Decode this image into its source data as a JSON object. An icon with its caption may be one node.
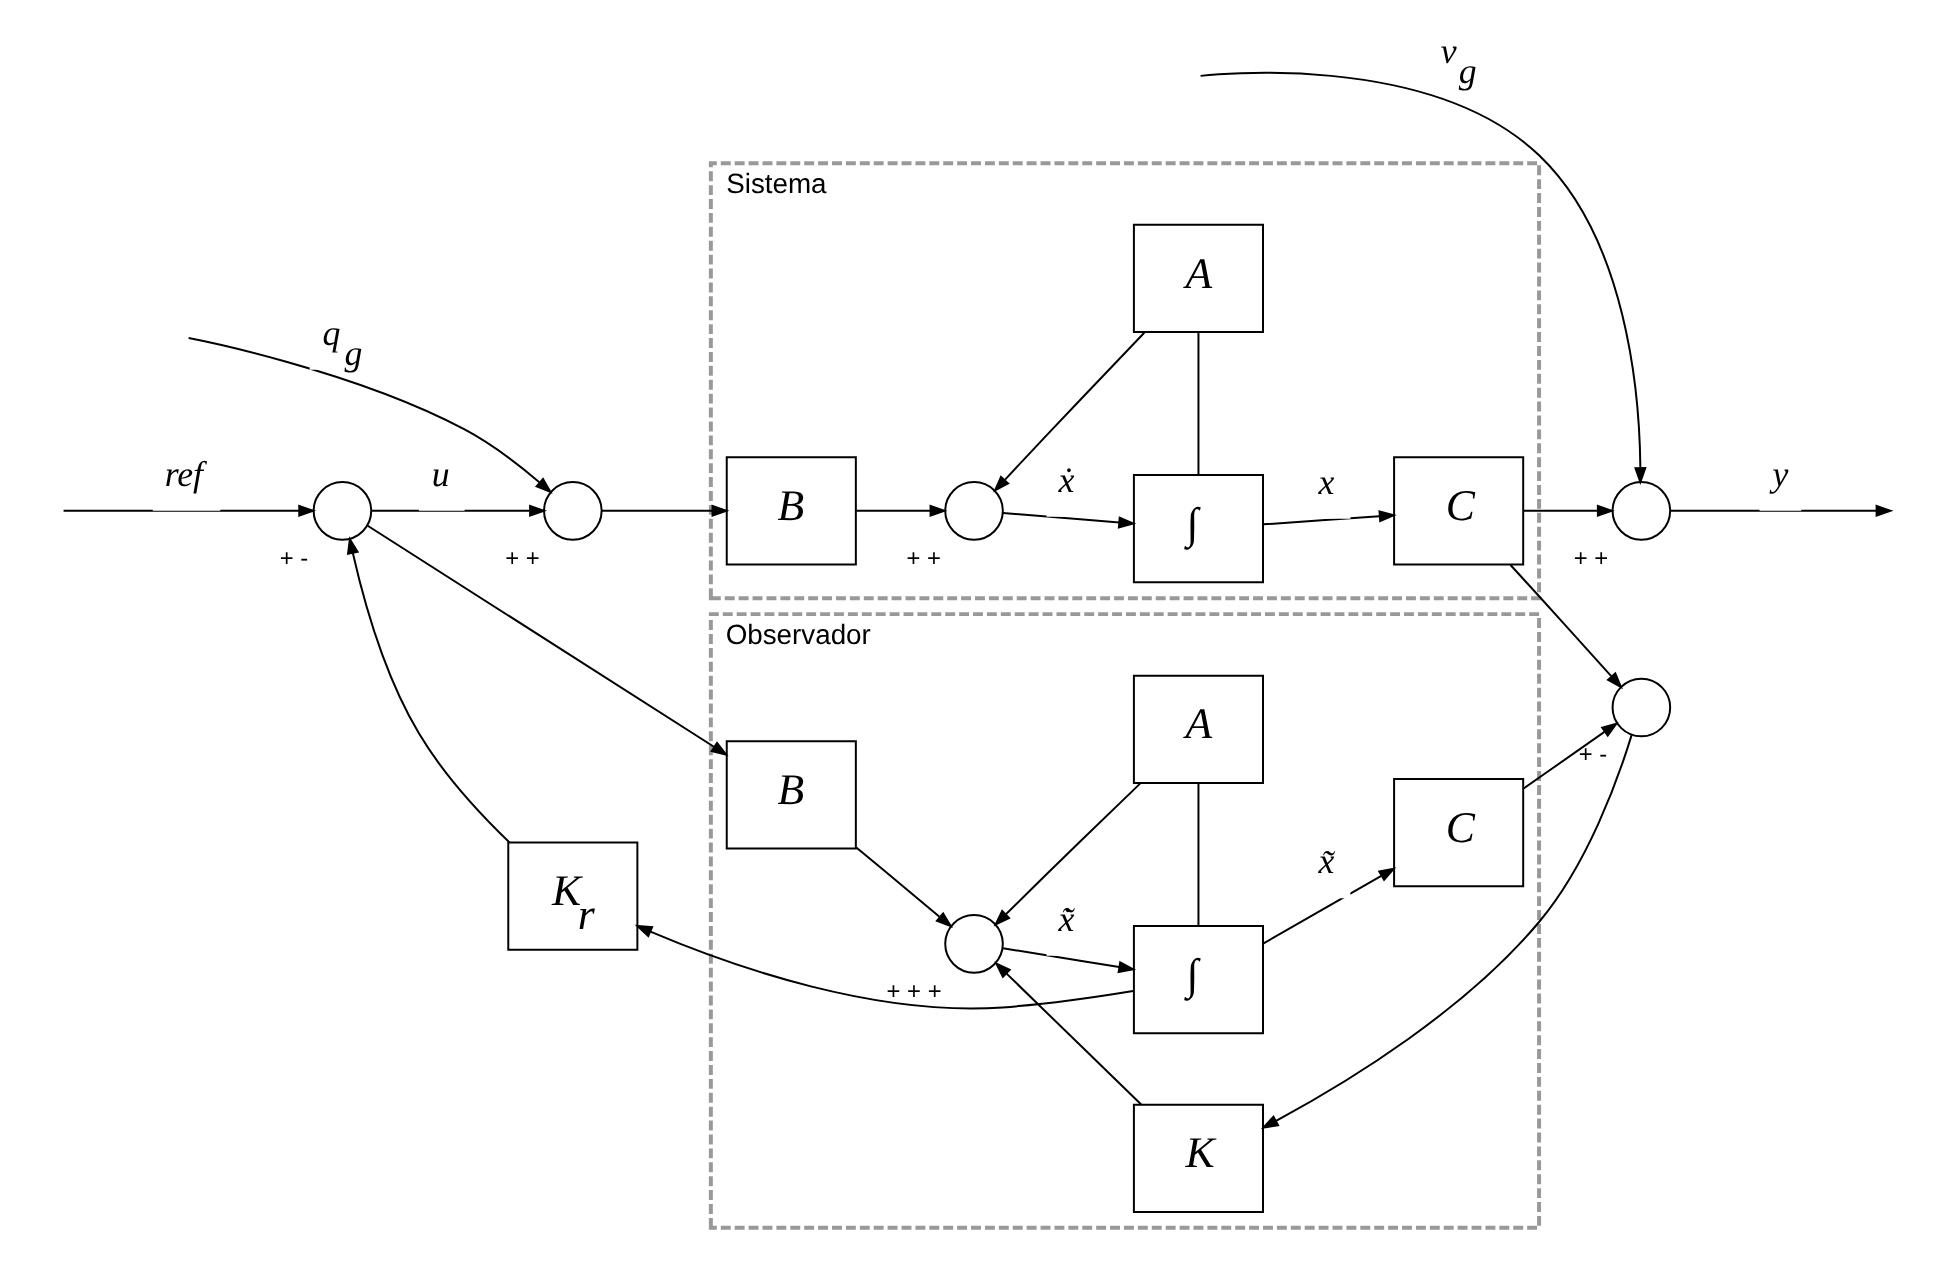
{
  "diagram": {
    "nodes": [
      {
        "text": [
          "Sistema"
        ]
      },
      {
        "text": [
          "Observador"
        ]
      },
      {
        "text": [],
        "shape": "circle",
        "beside": [
          "+",
          "-"
        ]
      },
      {
        "text": [],
        "shape": "circle",
        "beside": [
          "+",
          "+"
        ]
      },
      {
        "text": [
          "B"
        ],
        "in": 0
      },
      {
        "text": [],
        "shape": "circle",
        "beside": [
          "+",
          "+"
        ],
        "in": 0
      },
      {
        "text": [
          "∫"
        ],
        "in": 0
      },
      {
        "text": [
          "C"
        ],
        "in": 0
      },
      {
        "text": [
          "A"
        ],
        "in": 0
      },
      {
        "text": [],
        "shape": "circle",
        "beside": [
          "+",
          "+"
        ]
      },
      {
        "text": [],
        "shape": "circle",
        "beside": [
          "+",
          "-"
        ]
      },
      {
        "text": [
          "K"
        ],
        "in": 1
      },
      {
        "text": [
          "B"
        ],
        "in": 1
      },
      {
        "text": [],
        "shape": "circle",
        "beside": [
          "+",
          "+",
          "+"
        ],
        "in": 1
      },
      {
        "text": [
          "∫"
        ],
        "in": 1
      },
      {
        "text": [
          "C"
        ],
        "in": 1
      },
      {
        "text": [
          "A"
        ],
        "in": 1
      },
      {
        "text": [
          "K$_{r}$"
        ]
      }
    ],
    "edges": [
      {
        "from": null,
        "to": 2,
        "arrow": "to",
        "label": "ref"
      },
      {
        "from": 2,
        "to": 3,
        "arrow": "to",
        "label": "u"
      },
      {
        "from": null,
        "to": 3,
        "arrow": "to",
        "label": "q$_{g}$"
      },
      {
        "from": 3,
        "to": 4,
        "arrow": "to"
      },
      {
        "from": 4,
        "to": 5,
        "arrow": "to"
      },
      {
        "from": 5,
        "to": 6,
        "arrow": "to",
        "label": "ẋ"
      },
      {
        "from": 6,
        "to": 7,
        "arrow": "to",
        "label": "x"
      },
      {
        "from": 6,
        "to": 8,
        "arrow": "none"
      },
      {
        "from": 8,
        "to": 5,
        "arrow": "to"
      },
      {
        "from": 7,
        "to": 9,
        "arrow": "to"
      },
      {
        "from": null,
        "to": 9,
        "arrow": "to",
        "label": "v$_{g}$"
      },
      {
        "from": 9,
        "to": null,
        "arrow": "to",
        "label": "y"
      },
      {
        "from": 7,
        "to": 10,
        "arrow": "to"
      },
      {
        "from": 10,
        "to": 11,
        "arrow": "to"
      },
      {
        "from": 11,
        "to": 13,
        "arrow": "to"
      },
      {
        "from": 2,
        "to": 12,
        "arrow": "to"
      },
      {
        "from": 12,
        "to": 13,
        "arrow": "to"
      },
      {
        "from": 13,
        "to": 14,
        "arrow": "to",
        "label": "x̃̇"
      },
      {
        "from": 14,
        "to": 15,
        "arrow": "to",
        "label": "x̃"
      },
      {
        "from": 15,
        "to": 10,
        "arrow": "to"
      },
      {
        "from": 14,
        "to": 16,
        "arrow": "none"
      },
      {
        "from": 16,
        "to": 13,
        "arrow": "to"
      },
      {
        "from": 14,
        "to": 17,
        "arrow": "to"
      },
      {
        "from": 17,
        "to": 2,
        "arrow": "to"
      }
    ]
  }
}
